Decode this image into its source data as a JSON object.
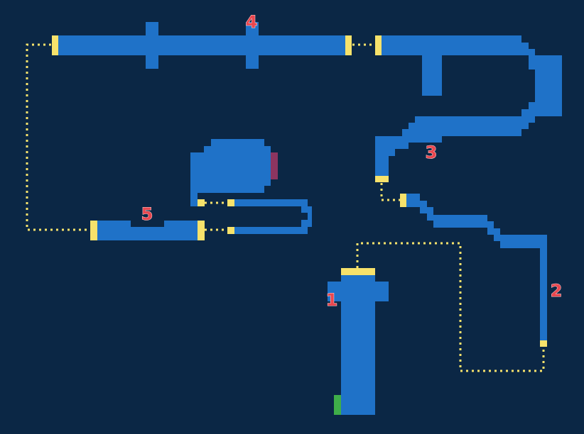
{
  "map": {
    "colors": {
      "background": "#0b2745",
      "room": "#1f72c8",
      "door": "#f7e26b",
      "connector": "#f7e26b",
      "save_point": "#3fae49",
      "item_marker": "#8c3560",
      "marker_text": "#e8474f"
    },
    "markers": [
      {
        "id": "marker-1",
        "label": "1"
      },
      {
        "id": "marker-2",
        "label": "2"
      },
      {
        "id": "marker-3",
        "label": "3"
      },
      {
        "id": "marker-4",
        "label": "4"
      },
      {
        "id": "marker-5",
        "label": "5"
      }
    ],
    "icons": {
      "save_point": "save-point-icon",
      "item": "item-icon"
    }
  }
}
